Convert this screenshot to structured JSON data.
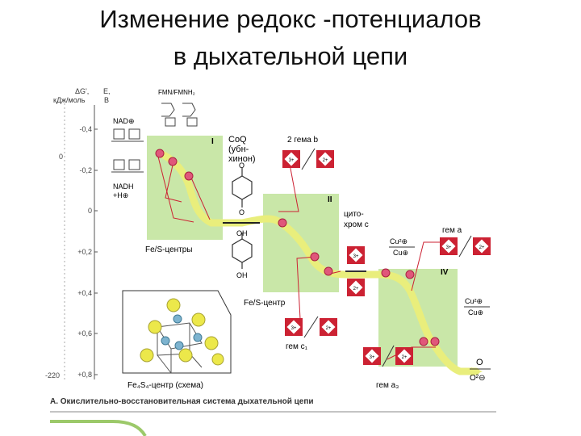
{
  "title": {
    "line1": "Изменение редокс -потенциалов",
    "line2": "в дыхательной цепи"
  },
  "axis": {
    "dg_label": "ΔG',",
    "dg_unit": "кДж/моль",
    "e_label": "E,",
    "e_unit": "В",
    "dg_ticks": [
      "0",
      "-220"
    ],
    "e_ticks": [
      "-0,4",
      "-0,2",
      "0",
      "+0,2",
      "+0,4",
      "+0,6",
      "+0,8"
    ]
  },
  "labels": {
    "fmn": "FMN/FMNH₂",
    "nad": "NAD⊕",
    "nadh1": "NADH",
    "nadh2": "+H⊕",
    "complex_1": "I",
    "complex_2": "II",
    "complex_4": "IV",
    "coq1": "CoQ",
    "coq2": "(убн-",
    "coq3": "хинон)",
    "heme_b": "2 гема b",
    "cyt1": "цито-",
    "cyt2": "хром c",
    "heme_a": "гем a",
    "fes_centers": "Fe/S-центры",
    "fes_center": "Fe/S-центр",
    "heme_c1": "гем c₁",
    "heme_a3": "гем a₃",
    "cu_pair_top_num": "Cu²⊕",
    "cu_pair_top_den": "Cu⊕",
    "cu_pair_bot_num": "Cu²⊕",
    "cu_pair_bot_den": "Cu⊕",
    "o_num": "O",
    "o_den": "O²⊖",
    "oh": "OH",
    "o": "O",
    "fe4s4": "Fe₄S₄-центр (схема)",
    "ox3": "3+",
    "ox2": "2+",
    "caption": "А. Окислительно-восстановительная система дыхательной цепи"
  },
  "colors": {
    "green_box": "#c9e7a8",
    "arrow": "#e9ee7c",
    "red": "#cc2233",
    "magenta": "#e0577a",
    "yellow_atom": "#ece84a",
    "blue_atom": "#7db3cf"
  }
}
